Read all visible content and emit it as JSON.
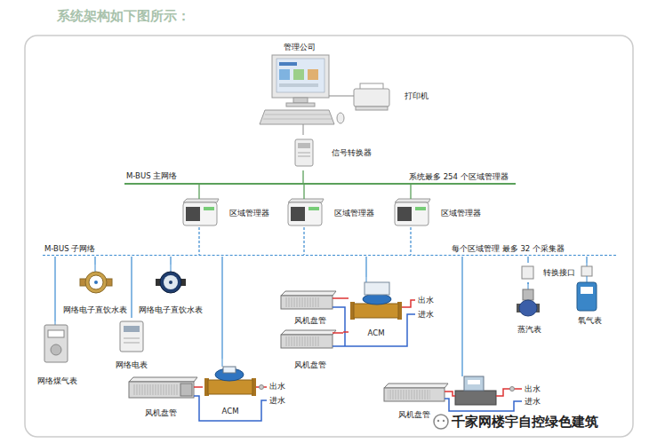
{
  "diagram": {
    "title": "系统架构如下图所示：",
    "nodes": [
      {
        "text": [
          "管理公司"
        ]
      },
      {
        "text": [
          "打印机"
        ]
      },
      {
        "text": [
          "信号转换器"
        ]
      },
      {
        "text": [
          "M-BUS 主网络"
        ]
      },
      {
        "text": [
          "区域管理器"
        ]
      },
      {
        "text": [
          "区域管理器"
        ]
      },
      {
        "text": [
          "区域管理器"
        ]
      },
      {
        "text": [
          "M-BUS 子网络"
        ]
      },
      {
        "text": [
          "网络煤气表"
        ]
      },
      {
        "text": [
          "网络电子直饮水表"
        ]
      },
      {
        "text": [
          "网络电子直饮水表"
        ]
      },
      {
        "text": [
          "网络电表"
        ]
      },
      {
        "text": [
          "风机盘管"
        ]
      },
      {
        "text": [
          "ACM"
        ]
      },
      {
        "text": [
          "风机盘管"
        ]
      },
      {
        "text": [
          "风机盘管"
        ]
      },
      {
        "text": [
          "ACM"
        ]
      },
      {
        "text": [
          "风机盘管"
        ]
      },
      {
        "text": [
          "转换接口"
        ]
      },
      {
        "text": [
          "蒸汽表"
        ]
      },
      {
        "text": [
          "氧气表"
        ]
      }
    ],
    "edges": [
      {
        "from": 0,
        "to": 1,
        "arrow": "none"
      },
      {
        "from": 0,
        "to": 2,
        "arrow": "none"
      },
      {
        "from": 2,
        "to": 3,
        "arrow": "none"
      },
      {
        "from": 3,
        "to": 4,
        "arrow": "none"
      },
      {
        "from": 3,
        "to": 5,
        "arrow": "none"
      },
      {
        "from": 3,
        "to": 6,
        "arrow": "none"
      },
      {
        "from": 4,
        "to": 7,
        "arrow": "none"
      },
      {
        "from": 5,
        "to": 7,
        "arrow": "none"
      },
      {
        "from": 6,
        "to": 7,
        "arrow": "none"
      },
      {
        "from": 7,
        "to": 8,
        "arrow": "none"
      },
      {
        "from": 7,
        "to": 9,
        "arrow": "none"
      },
      {
        "from": 7,
        "to": 10,
        "arrow": "none"
      },
      {
        "from": 7,
        "to": 11,
        "arrow": "none"
      },
      {
        "from": 7,
        "to": 13,
        "arrow": "none"
      },
      {
        "from": 7,
        "to": 16,
        "arrow": "none"
      },
      {
        "from": 7,
        "to": 18,
        "arrow": "none"
      },
      {
        "from": 18,
        "to": 19,
        "arrow": "none"
      },
      {
        "from": 7,
        "to": 20,
        "arrow": "none"
      },
      {
        "from": 13,
        "to": 12,
        "arrow": "none"
      },
      {
        "from": 16,
        "to": 14,
        "arrow": "none"
      },
      {
        "from": 16,
        "to": 15,
        "arrow": "none"
      }
    ],
    "labels": [
      "系统最多 254 个区域管理器",
      "每个区域管理 最多 32 个采集器",
      "出水",
      "进水",
      "出水",
      "进水",
      "出水",
      "进水",
      "千家网楼宇自控绿色建筑"
    ]
  }
}
